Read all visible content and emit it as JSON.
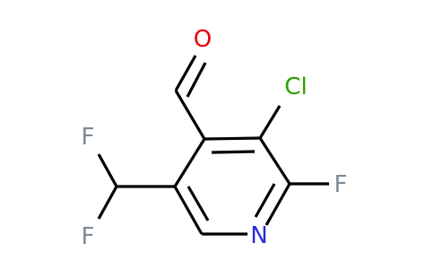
{
  "structure": {
    "atoms": {
      "oxygen": {
        "label": "O",
        "color": "#e8000b"
      },
      "chlorine": {
        "label": "Cl",
        "color": "#2f9e00"
      },
      "fluorine_ring": {
        "label": "F",
        "color": "#7c8a95"
      },
      "fluorine_top": {
        "label": "F",
        "color": "#7c8a95"
      },
      "fluorine_bottom": {
        "label": "F",
        "color": "#7c8a95"
      },
      "nitrogen": {
        "label": "N",
        "color": "#2b2bdc"
      }
    },
    "bond_color": "#000000",
    "background": "#ffffff"
  }
}
